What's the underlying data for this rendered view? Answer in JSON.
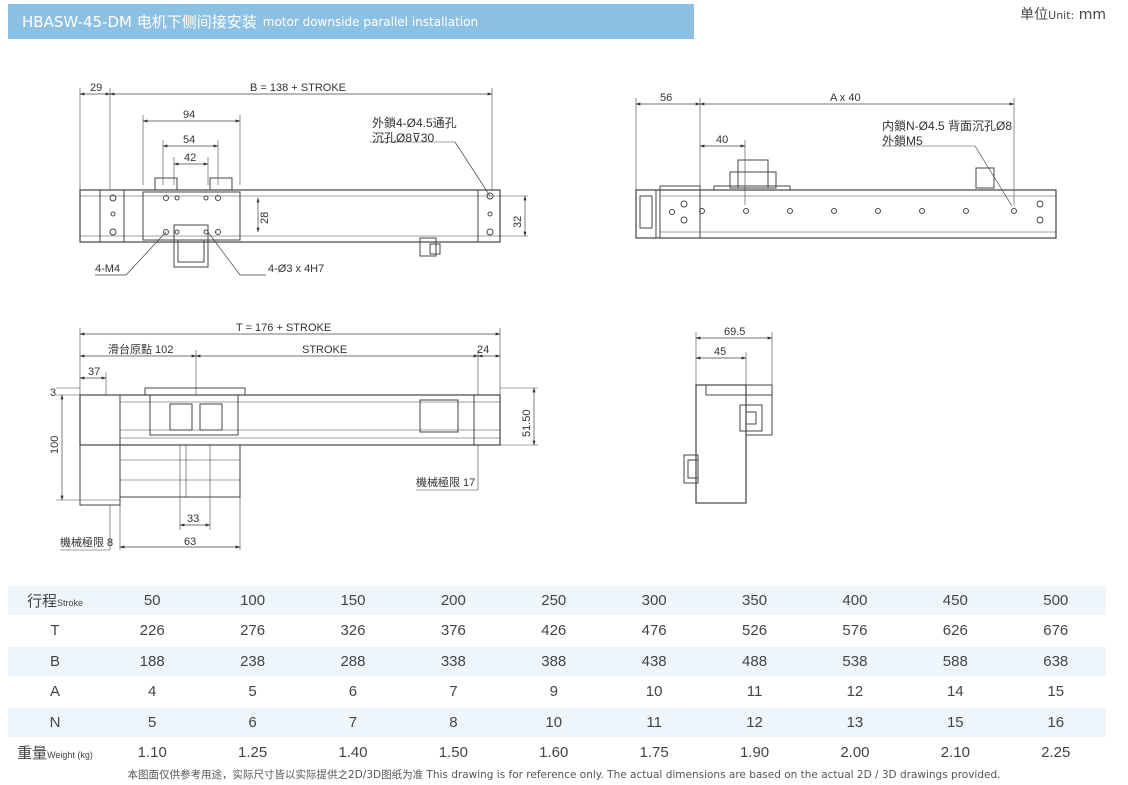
{
  "header": {
    "title_main": "HBASW-45-DM 电机下侧间接安装",
    "title_sub": "motor downside parallel installation",
    "unit_cn": "单位",
    "unit_en": "Unit:",
    "unit_value": "mm"
  },
  "drawing": {
    "top_view": {
      "dim_29": "29",
      "dim_b": "B = 138 + STROKE",
      "dim_94": "94",
      "dim_54": "54",
      "dim_42": "42",
      "dim_28": "28",
      "dim_32": "32",
      "note_holes_1": "外鎖4-Ø4.5通孔",
      "note_holes_2": "沉孔Ø8⊽30",
      "label_m4": "4-M4",
      "label_pin": "4-Ø3 x 4H7"
    },
    "bottom_view": {
      "dim_56": "56",
      "dim_a": "A x 40",
      "dim_40": "40",
      "note_inner_1": "内鎖N-Ø4.5 背面沉孔Ø8",
      "note_inner_2": "外鎖M5"
    },
    "side_view": {
      "dim_t": "T = 176 + STROKE",
      "dim_origin": "滑台原點 102",
      "dim_stroke": "STROKE",
      "dim_24": "24",
      "dim_37": "37",
      "dim_3": "3",
      "dim_100": "100",
      "dim_5150": "51.50",
      "dim_33": "33",
      "dim_63": "63",
      "limit_17": "機械極限 17",
      "limit_8": "機械極限 8"
    },
    "end_view": {
      "dim_695": "69.5",
      "dim_45": "45"
    }
  },
  "table": {
    "rows": [
      {
        "label": "行程",
        "label_en": "Stroke",
        "values": [
          "50",
          "100",
          "150",
          "200",
          "250",
          "300",
          "350",
          "400",
          "450",
          "500"
        ]
      },
      {
        "label": "T",
        "label_en": "",
        "values": [
          "226",
          "276",
          "326",
          "376",
          "426",
          "476",
          "526",
          "576",
          "626",
          "676"
        ]
      },
      {
        "label": "B",
        "label_en": "",
        "values": [
          "188",
          "238",
          "288",
          "338",
          "388",
          "438",
          "488",
          "538",
          "588",
          "638"
        ]
      },
      {
        "label": "A",
        "label_en": "",
        "values": [
          "4",
          "5",
          "6",
          "7",
          "9",
          "10",
          "11",
          "12",
          "14",
          "15"
        ]
      },
      {
        "label": "N",
        "label_en": "",
        "values": [
          "5",
          "6",
          "7",
          "8",
          "10",
          "11",
          "12",
          "13",
          "15",
          "16"
        ]
      },
      {
        "label": "重量",
        "label_en": "Weight (kg)",
        "values": [
          "1.10",
          "1.25",
          "1.40",
          "1.50",
          "1.60",
          "1.75",
          "1.90",
          "2.00",
          "2.10",
          "2.25"
        ]
      }
    ]
  },
  "footnote": "本图面仅供参考用途，实际尺寸皆以实际提供之2D/3D图纸为准 This drawing is for reference only. The actual dimensions are based on the actual 2D / 3D drawings provided."
}
